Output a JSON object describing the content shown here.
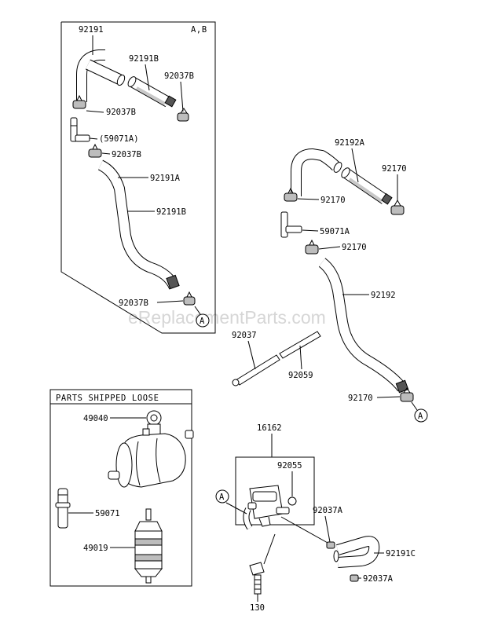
{
  "watermark": "eReplacementParts.com",
  "group_ab": {
    "header": "A,B",
    "labels": {
      "hose_upper": "92191",
      "hose_middle": "92191B",
      "clamp_right": "92037B",
      "clamp_left_upper": "92037B",
      "joint": "(59071A)",
      "clamp_left_lower": "92037B",
      "hose_lower_a": "92191A",
      "hose_lower_b": "92191B",
      "clamp_bottom": "92037B"
    },
    "connector": "A"
  },
  "right_group": {
    "labels": {
      "hose_upper": "92192A",
      "clamp_right": "92170",
      "clamp_left_upper": "92170",
      "joint": "59071A",
      "clamp_left_lower": "92170",
      "hose_lower": "92192",
      "clamp_bottom": "92170"
    },
    "connector": "A"
  },
  "loose_rod": {
    "rod": "92037",
    "tube": "92059"
  },
  "loose_box": {
    "header": "PARTS SHIPPED LOOSE",
    "labels": {
      "pump": "49040",
      "joint": "59071",
      "filter": "49019"
    }
  },
  "regulator_group": {
    "labels": {
      "assembly": "16162",
      "oring": "92055",
      "clamp_upper": "92037A",
      "hose": "92191C",
      "clamp_lower": "92037A",
      "bolt": "130"
    },
    "connector": "A"
  }
}
